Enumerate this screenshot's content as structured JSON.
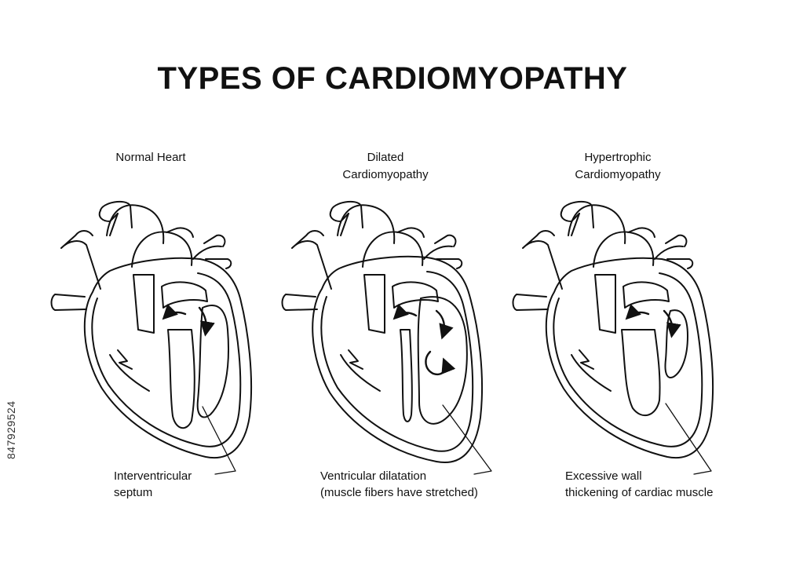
{
  "title": "TYPES OF CARDIOMYOPATHY",
  "panels": [
    {
      "title": "Normal Heart",
      "caption": "Interventricular\nseptum"
    },
    {
      "title": "Dilated\nCardiomyopathy",
      "caption": "Ventricular dilatation\n(muscle fibers have stretched)"
    },
    {
      "title": "Hypertrophic\nCardiomyopathy",
      "caption": "Excessive wall\nthickening of cardiac muscle"
    }
  ],
  "side_id": "847929524",
  "colors": {
    "line": "#111111",
    "background": "#ffffff"
  }
}
